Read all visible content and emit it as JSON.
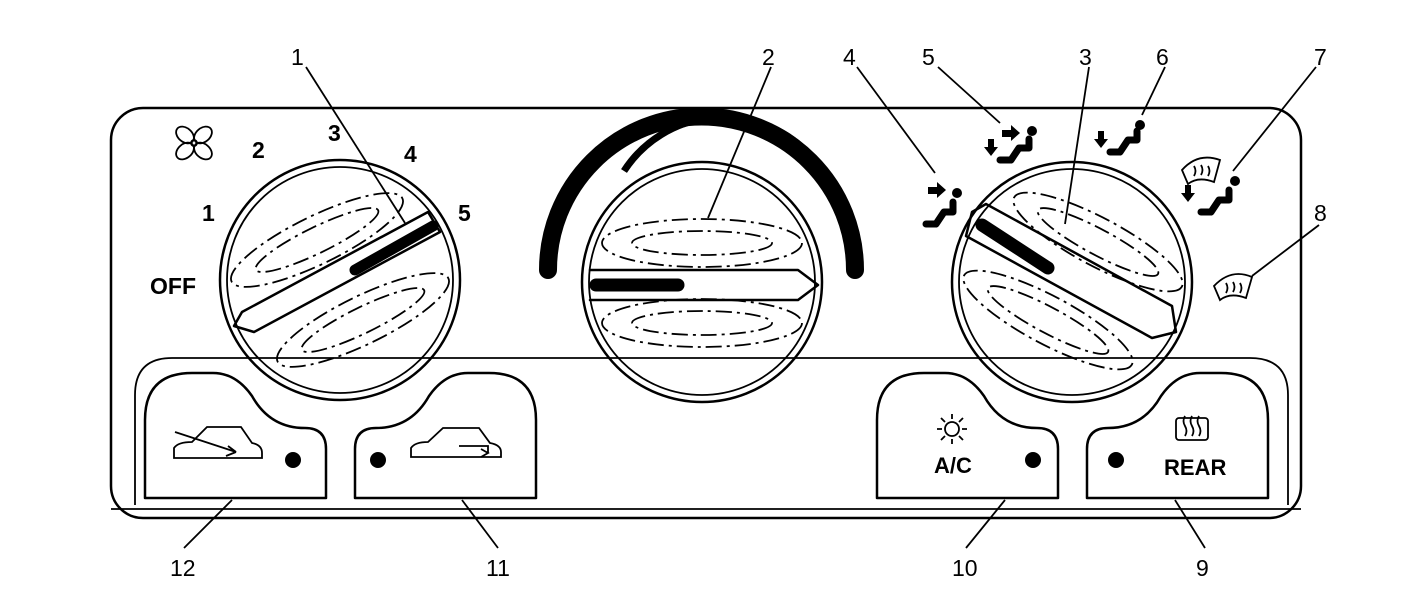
{
  "callouts": {
    "c1": "1",
    "c2": "2",
    "c3": "3",
    "c4": "4",
    "c5": "5",
    "c6": "6",
    "c7": "7",
    "c8": "8",
    "c9": "9",
    "c10": "10",
    "c11": "11",
    "c12": "12"
  },
  "fan_scale": {
    "off": "OFF",
    "s1": "1",
    "s2": "2",
    "s3": "3",
    "s4": "4",
    "s5": "5"
  },
  "buttons": {
    "ac_label": "A/C",
    "rear_label": "REAR"
  },
  "icons": [
    "fan-icon",
    "vent-mode-icon",
    "bi-level-mode-icon",
    "floor-mode-icon",
    "defog-mode-icon",
    "defrost-mode-icon",
    "recirculation-icon",
    "outside-air-icon",
    "ac-snowflake-icon",
    "rear-defrost-icon"
  ],
  "colors": {
    "line": "#000000",
    "background": "#ffffff"
  }
}
